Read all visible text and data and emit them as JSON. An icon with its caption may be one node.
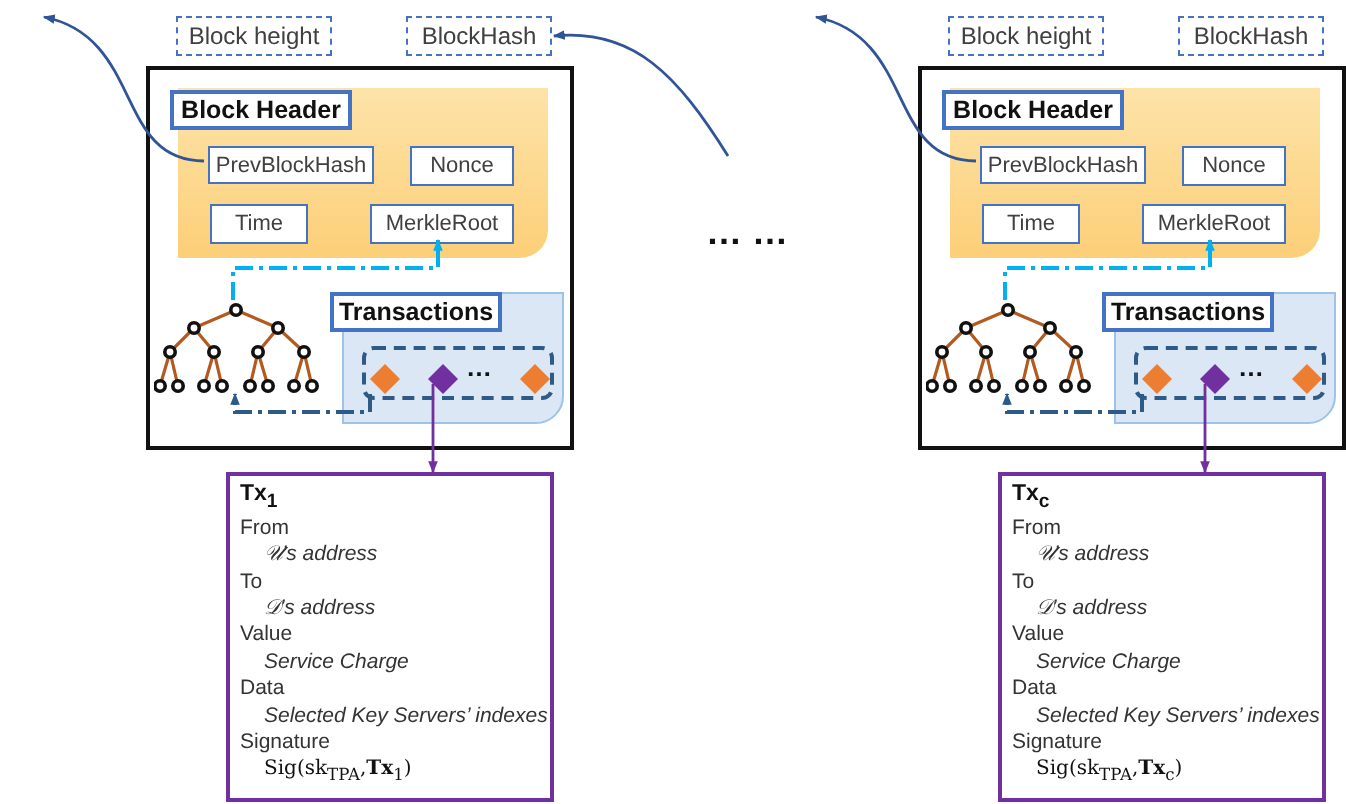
{
  "diagram": {
    "nodes": [
      {
        "text": [
          "Block height"
        ]
      },
      {
        "text": [
          "BlockHash"
        ]
      },
      {
        "text": [],
        "shape": "box"
      },
      {
        "text": [],
        "shape": "box",
        "in": 2
      },
      {
        "text": [
          "Block Header"
        ],
        "in": 3
      },
      {
        "text": [
          "PrevBlockHash"
        ],
        "in": 3
      },
      {
        "text": [
          "Nonce"
        ],
        "in": 3
      },
      {
        "text": [
          "Time"
        ],
        "in": 3
      },
      {
        "text": [
          "MerkleRoot"
        ],
        "in": 3
      },
      {
        "text": [],
        "shape": "tree",
        "in": 2
      },
      {
        "text": [],
        "shape": "box",
        "in": 2
      },
      {
        "text": [
          "Transactions"
        ],
        "in": 10
      },
      {
        "text": [],
        "shape": "box",
        "in": 10
      },
      {
        "text": [],
        "shape": "diamond",
        "in": 12
      },
      {
        "text": [],
        "shape": "diamond",
        "in": 12
      },
      {
        "text": [],
        "shape": "diamond",
        "in": 12
      },
      {
        "text": [
          "Tx$_{1}$",
          "From",
          "𝒰’s address",
          "To",
          "𝒟’s address",
          "Value",
          "Service Charge",
          "Data",
          "Selected Key Servers’ indexes",
          "Signature",
          "Sig(sk$_{TPA}$,**Tx**$_{1}$)"
        ]
      },
      {
        "text": [
          "Block height"
        ]
      },
      {
        "text": [
          "BlockHash"
        ]
      },
      {
        "text": [],
        "shape": "box"
      },
      {
        "text": [],
        "shape": "box",
        "in": 19
      },
      {
        "text": [
          "Block Header"
        ],
        "in": 20
      },
      {
        "text": [
          "PrevBlockHash"
        ],
        "in": 20
      },
      {
        "text": [
          "Nonce"
        ],
        "in": 20
      },
      {
        "text": [
          "Time"
        ],
        "in": 20
      },
      {
        "text": [
          "MerkleRoot"
        ],
        "in": 20
      },
      {
        "text": [],
        "shape": "tree",
        "in": 19
      },
      {
        "text": [],
        "shape": "box",
        "in": 19
      },
      {
        "text": [
          "Transactions"
        ],
        "in": 27
      },
      {
        "text": [],
        "shape": "box",
        "in": 27
      },
      {
        "text": [],
        "shape": "diamond",
        "in": 29
      },
      {
        "text": [],
        "shape": "diamond",
        "in": 29
      },
      {
        "text": [],
        "shape": "diamond",
        "in": 29
      },
      {
        "text": [
          "Tx$_{c}$",
          "From",
          "𝒰’s address",
          "To",
          "𝒟’s address",
          "Value",
          "Service Charge",
          "Data",
          "Selected Key Servers’ indexes",
          "Signature",
          "Sig(sk$_{TPA}$,**Tx**$_{c}$)"
        ]
      }
    ],
    "edges": [
      {
        "from": 5,
        "to": null,
        "arrow": "to"
      },
      {
        "from": 9,
        "to": 8,
        "arrow": "to",
        "style": "dashed",
        "color": "#00b0f0"
      },
      {
        "from": 12,
        "to": 9,
        "arrow": "to",
        "style": "dashed",
        "color": "#2e5a87"
      },
      {
        "from": 14,
        "to": 16,
        "arrow": "to",
        "color": "#7030a0"
      },
      {
        "from": null,
        "to": 1,
        "arrow": "to"
      },
      {
        "from": 22,
        "to": null,
        "arrow": "to"
      },
      {
        "from": 26,
        "to": 25,
        "arrow": "to",
        "style": "dashed",
        "color": "#00b0f0"
      },
      {
        "from": 29,
        "to": 26,
        "arrow": "to",
        "style": "dashed",
        "color": "#2e5a87"
      },
      {
        "from": 31,
        "to": 33,
        "arrow": "to",
        "color": "#7030a0"
      }
    ],
    "labels": [
      "… …",
      "…",
      "…"
    ]
  }
}
